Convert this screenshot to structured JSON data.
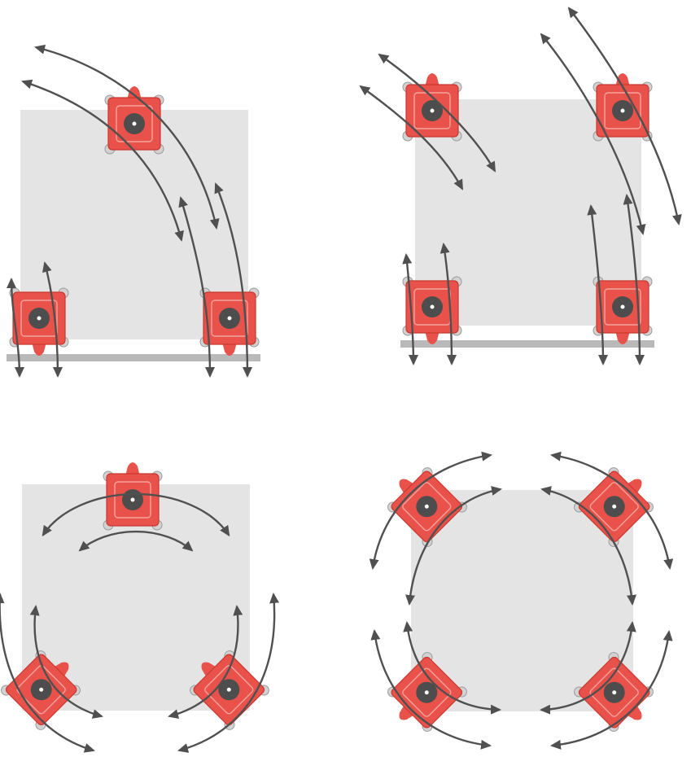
{
  "colors": {
    "background": "#ffffff",
    "platform": "#e4e4e4",
    "rail": "#b9b9b9",
    "robot_body": "#e8524a",
    "robot_edge": "#c8382f",
    "robot_hub": "#4d4d4d",
    "robot_center": "#ffffff",
    "wheel": "#d2d2d2",
    "arrow": "#505050"
  },
  "panels": [
    {
      "id": "panel-1",
      "icons": [
        "robot-module-icon",
        "arrow-icon"
      ]
    },
    {
      "id": "panel-2",
      "icons": [
        "robot-module-icon",
        "arrow-icon"
      ]
    },
    {
      "id": "panel-3",
      "icons": [
        "robot-module-icon",
        "arrow-icon"
      ]
    },
    {
      "id": "panel-4",
      "icons": [
        "robot-module-icon",
        "arrow-icon"
      ]
    }
  ]
}
